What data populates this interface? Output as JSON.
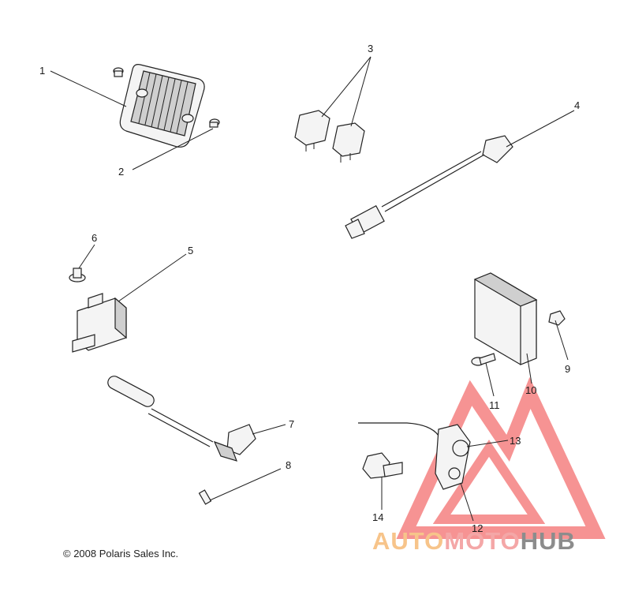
{
  "callouts": [
    "1",
    "2",
    "3",
    "4",
    "5",
    "6",
    "7",
    "8",
    "9",
    "10",
    "11",
    "12",
    "13",
    "14"
  ],
  "copyright": "© 2008 Polaris Sales Inc.",
  "watermark": {
    "part1": "AUTO",
    "part2": "MOTO",
    "part3": "HUB"
  },
  "colors": {
    "line": "#222222",
    "watermark_red": "#ef3b3b",
    "watermark_orange": "#f7b26a",
    "watermark_gray": "#888888"
  }
}
